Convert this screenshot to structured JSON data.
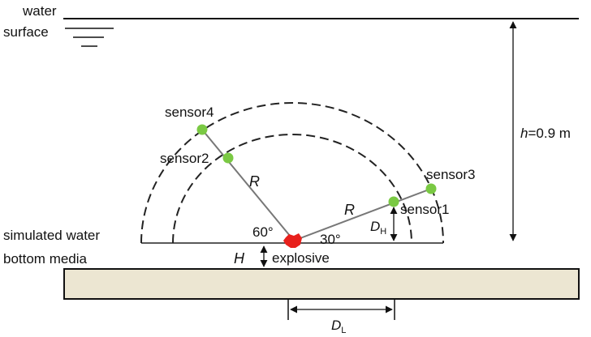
{
  "diagram": {
    "water_label_line1": "water",
    "water_label_line2": "surface",
    "media_label_line1": "simulated water",
    "media_label_line2": "bottom media",
    "depth_symbol": "h",
    "depth_value": "=0.9 m",
    "radius_symbol": "R",
    "height_symbol": "H",
    "dh_symbol": "D",
    "dh_subscript": "H",
    "dl_symbol": "D",
    "dl_subscript": "L",
    "angle_left": "60°",
    "angle_right": "30°",
    "explosive_label": "explosive",
    "sensors": {
      "sensor1": "sensor1",
      "sensor2": "sensor2",
      "sensor3": "sensor3",
      "sensor4": "sensor4"
    },
    "colors": {
      "sensor": "#7ac943",
      "explosive": "#e8201c",
      "media_fill": "#ece6d2",
      "line": "#111111",
      "rod": "#777777"
    }
  }
}
